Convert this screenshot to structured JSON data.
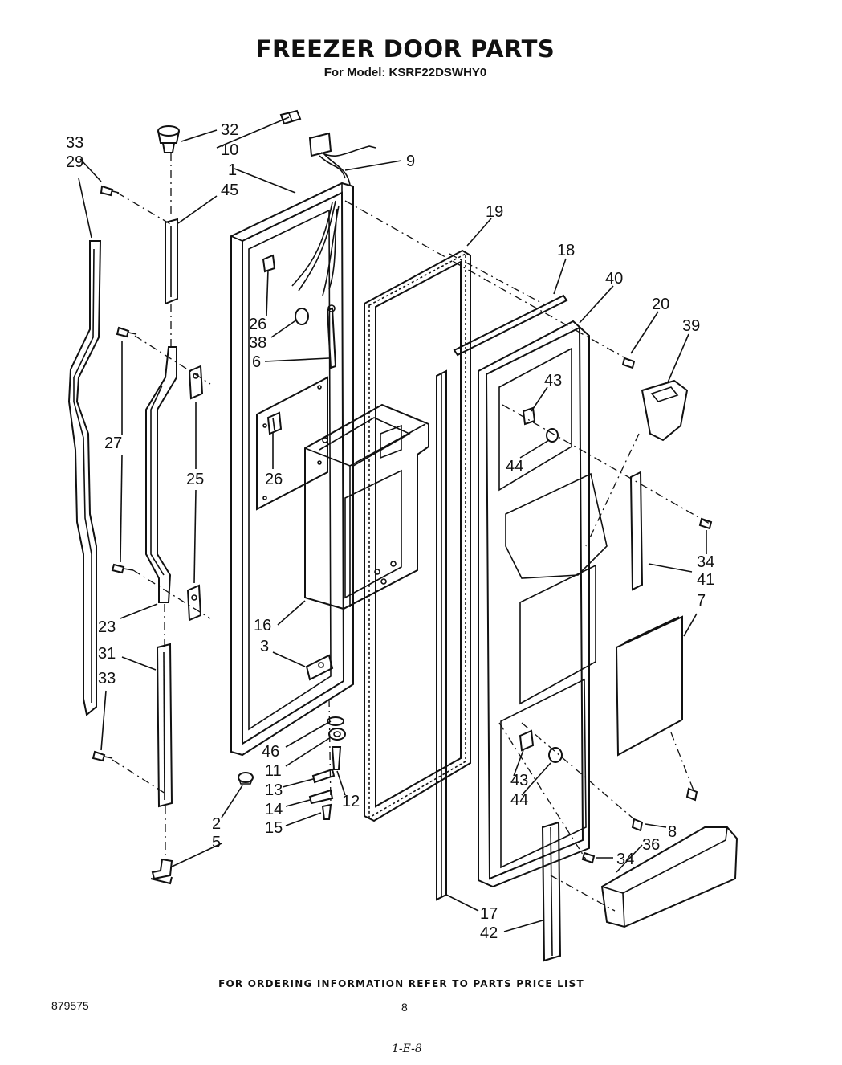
{
  "header": {
    "title": "FREEZER DOOR PARTS",
    "model_line": "For Model: KSRF22DSWHY0"
  },
  "callouts": {
    "c32": "32",
    "c10": "10",
    "c9": "9",
    "c33a": "33",
    "c29": "29",
    "c1": "1",
    "c45": "45",
    "c19": "19",
    "c18": "18",
    "c40": "40",
    "c20": "20",
    "c39": "39",
    "c26a": "26",
    "c38": "38",
    "c6": "6",
    "c26b": "26",
    "c43a": "43",
    "c44a": "44",
    "c27": "27",
    "c25": "25",
    "c34a": "34",
    "c41": "41",
    "c7": "7",
    "c23": "23",
    "c16": "16",
    "c3": "3",
    "c31": "31",
    "c33b": "33",
    "c46": "46",
    "c11": "11",
    "c13": "13",
    "c12": "12",
    "c14": "14",
    "c15": "15",
    "c43b": "43",
    "c44b": "44",
    "c2": "2",
    "c8": "8",
    "c5": "5",
    "c36": "36",
    "c34b": "34",
    "c17": "17",
    "c42": "42"
  },
  "footer": {
    "ordering_note": "FOR ORDERING INFORMATION REFER TO PARTS PRICE LIST",
    "doc_number": "879575",
    "page_number": "8",
    "handwritten_note": "1-E-8"
  }
}
